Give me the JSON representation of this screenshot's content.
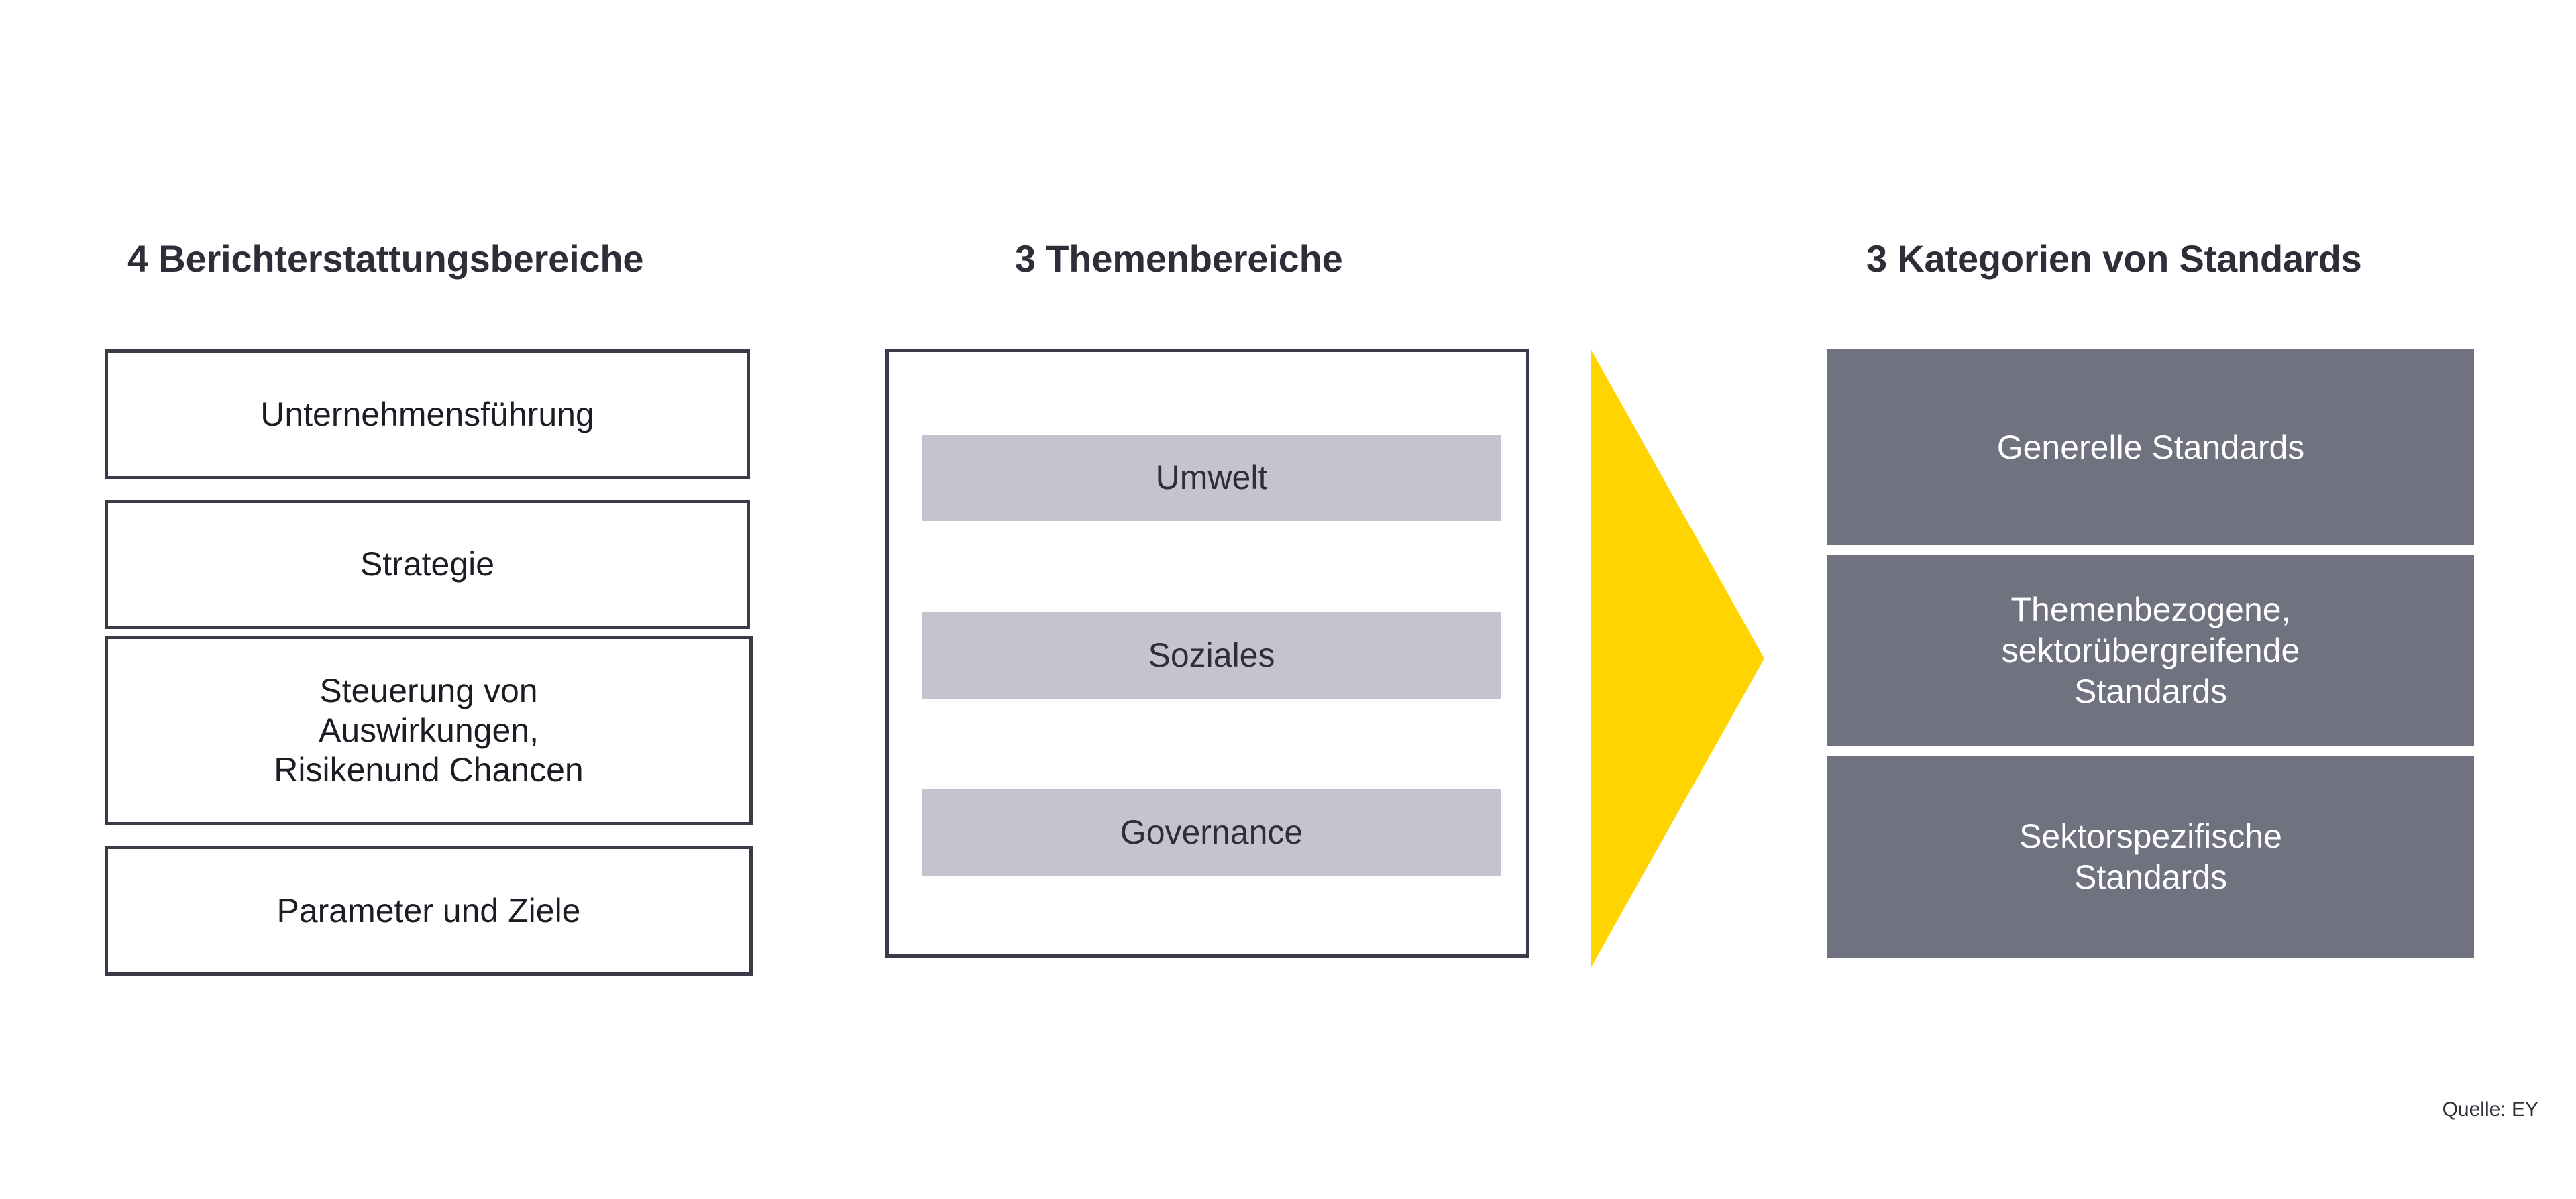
{
  "colors": {
    "text_dark": "#2e2e38",
    "box_border": "#3a3a48",
    "grey_bar": "#c3c4cf",
    "dark_box": "#717280",
    "arrow_yellow": "#ffd400",
    "background": "#ffffff"
  },
  "columns": {
    "left": {
      "heading": "4 Berichterstattungsbereiche",
      "boxes": [
        {
          "label": "Unternehmensführung"
        },
        {
          "label": "Strategie"
        },
        {
          "label": "Steuerung von\nAuswirkungen,\nRisikenund Chancen"
        },
        {
          "label": "Parameter und Ziele"
        }
      ]
    },
    "middle": {
      "heading": "3 Themenbereiche",
      "bars": [
        {
          "label": "Umwelt"
        },
        {
          "label": "Soziales"
        },
        {
          "label": "Governance"
        }
      ]
    },
    "right": {
      "heading": "3 Kategorien von Standards",
      "boxes": [
        {
          "label": "Generelle Standards"
        },
        {
          "label": "Themenbezogene,\nsektorübergreifende\nStandards"
        },
        {
          "label": "Sektorspezifische\nStandards"
        }
      ]
    }
  },
  "arrow": {
    "icon": "arrow-right-triangle-icon",
    "direction": "right"
  },
  "footer": {
    "source": "Quelle: EY"
  }
}
